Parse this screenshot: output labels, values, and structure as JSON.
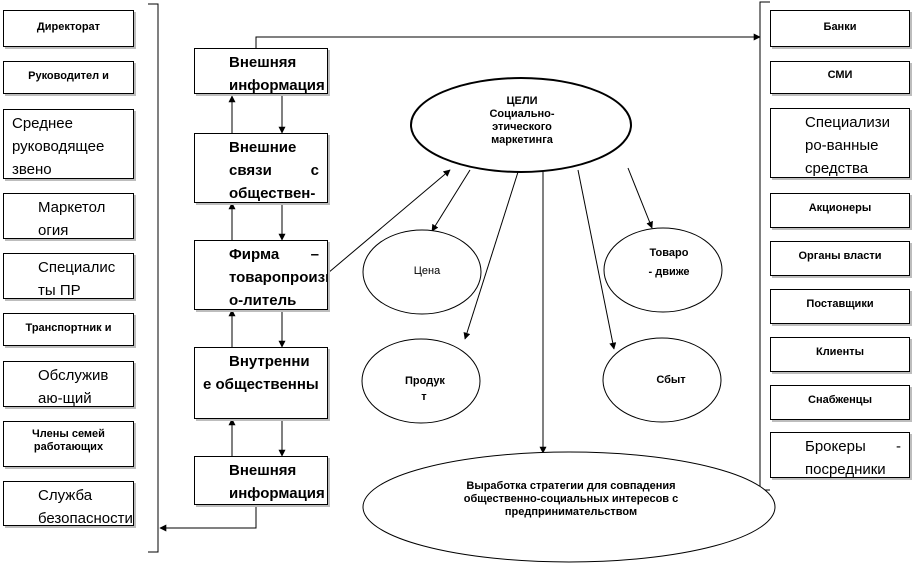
{
  "left_column": [
    {
      "id": "directorate",
      "text": "Директорат"
    },
    {
      "id": "managers",
      "text": "Руководител и"
    },
    {
      "id": "middle-management",
      "text": "Среднее руководящее звено"
    },
    {
      "id": "marketologists",
      "text": "Маркетол огия"
    },
    {
      "id": "pr-specialists",
      "text": "Специалис ты ПР"
    },
    {
      "id": "transport",
      "text": "Транспортник и"
    },
    {
      "id": "service",
      "text": "Обслужив аю-щий"
    },
    {
      "id": "families",
      "text": "Члены семей работающих"
    },
    {
      "id": "security",
      "text": "Служба безопасности"
    }
  ],
  "middle_column": [
    {
      "id": "external-info-top",
      "text": "Внешняя информация"
    },
    {
      "id": "external-relations",
      "text": "Внешние связи с обществен-"
    },
    {
      "id": "firm",
      "text": "Фирма – товаропроизв о-литель"
    },
    {
      "id": "internal-public",
      "text": "Внутренни е общественны"
    },
    {
      "id": "external-info-bottom",
      "text": "Внешняя информация"
    }
  ],
  "goals": {
    "title": "ЦЕЛИ",
    "subtitle": "Социально-этического маркетинга"
  },
  "ovals": {
    "price": "Цена",
    "promotion": "Товаро - движе",
    "product": "Продук т",
    "sales": "Сбыт"
  },
  "strategy": "Выработка стратегии для совпадения общественно-социальных интересов с предпринимательством",
  "right_column": [
    {
      "id": "banks",
      "text": "Банки"
    },
    {
      "id": "media",
      "text": "СМИ"
    },
    {
      "id": "specialized-media",
      "text": "Специализи ро-ванные средства"
    },
    {
      "id": "shareholders",
      "text": "Акционеры"
    },
    {
      "id": "authorities",
      "text": "Органы власти"
    },
    {
      "id": "suppliers",
      "text": "Поставщики"
    },
    {
      "id": "clients",
      "text": "Клиенты"
    },
    {
      "id": "procurers",
      "text": "Снабженцы"
    },
    {
      "id": "brokers",
      "text": "Брокеры - посредники"
    }
  ]
}
